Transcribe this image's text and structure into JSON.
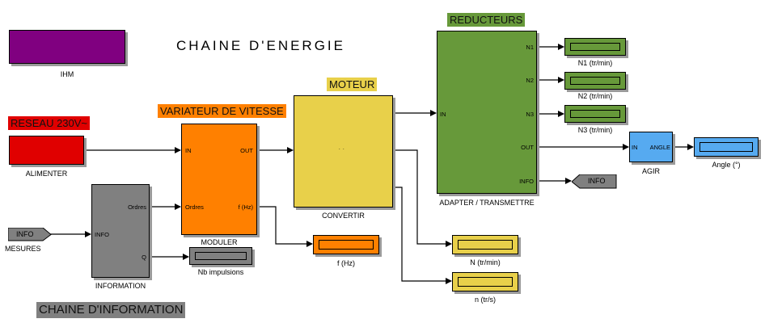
{
  "title": "CHAINE D'ENERGIE",
  "info_title": "CHAINE D'INFORMATION",
  "headers": {
    "reseau": "RESEAU 230V~",
    "variateur": "VARIATEUR DE VITESSE",
    "moteur": "MOTEUR",
    "reducteurs": "REDUCTEURS"
  },
  "blocks": {
    "ihm": "IHM",
    "alimenter": "ALIMENTER",
    "information": "INFORMATION",
    "moduler": "MODULER",
    "convertir": "CONVERTIR",
    "adapter": "ADAPTER / TRANSMETTRE",
    "agir": "AGIR"
  },
  "displays": {
    "n1": "N1 (tr/min)",
    "n2": "N2 (tr/min)",
    "n3": "N3 (tr/min)",
    "angle": "Angle (°)",
    "fhz": "f (Hz)",
    "nb": "Nb impulsions",
    "n_trmin": "N (tr/min)",
    "n_trs": "n (tr/s)"
  },
  "ports": {
    "in": "IN",
    "out": "OUT",
    "ordres": "Ordres",
    "info": "INFO",
    "q": "Q",
    "f_hz": "f (Hz)",
    "n1": "N1",
    "n2": "N2",
    "n3": "N3",
    "angle": "ANGLE"
  },
  "tags": {
    "mesures_tag": "INFO",
    "mesures_label": "MESURES",
    "info_out": "INFO"
  },
  "colors": {
    "ihm": "#800080",
    "reseau": "#e00000",
    "variateur": "#ff8000",
    "moteur": "#e8d04a",
    "reducteurs": "#67993a",
    "agir": "#56aaf0",
    "gray": "#808080"
  }
}
